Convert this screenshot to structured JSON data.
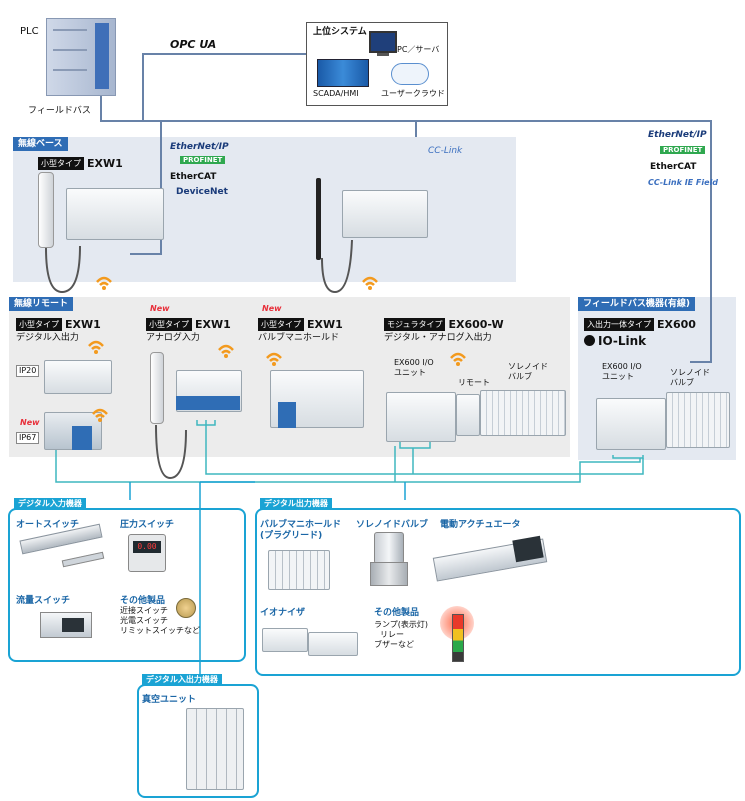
{
  "top": {
    "plc_label": "PLC",
    "fieldbus_label": "フィールドバス",
    "opcua_label": "OPC UA",
    "host_title": "上位システム",
    "pc_label": "PC／サーバ",
    "scada_label": "SCADA/HMI",
    "cloud_label": "ユーザークラウド"
  },
  "wireless_base": {
    "header": "無線ベース",
    "kind": "小型タイプ",
    "model": "EXW1",
    "protocols": [
      "EtherNet/IP",
      "PROFINET",
      "EtherCAT",
      "DeviceNet"
    ],
    "cclink": "CC-Link"
  },
  "wireless_remote": {
    "header": "無線リモート",
    "units": [
      {
        "kind": "小型タイプ",
        "model": "EXW1",
        "desc": "デジタル入出力"
      },
      {
        "kind": "小型タイプ",
        "model": "EXW1",
        "desc": "アナログ入力",
        "new": "New"
      },
      {
        "kind": "小型タイプ",
        "model": "EXW1",
        "desc": "バルブマニホールド",
        "new": "New"
      },
      {
        "kind": "モジュラタイプ",
        "model": "EX600-W",
        "desc": "デジタル・アナログ入出力"
      }
    ],
    "ip20": "IP20",
    "ip67": "IP67",
    "ip67_new": "New",
    "ex600_io": "EX600 I/Oユニット",
    "remote": "リモート",
    "solenoid": "ソレノイド バルブ"
  },
  "fieldbus_wired": {
    "header": "フィールドバス機器(有線)",
    "kind": "入出力一体タイプ",
    "model": "EX600",
    "iolink": "IO-Link",
    "protocols": [
      "EtherNet/IP",
      "PROFINET",
      "EtherCAT",
      "CC-Link IE Field"
    ],
    "io_unit": "EX600 I/Oユニット",
    "solenoid": "ソレノイド バルブ"
  },
  "digital_input": {
    "header": "デジタル入力機器",
    "auto_switch": "オートスイッチ",
    "pressure_switch": "圧力スイッチ",
    "flow_switch": "流量スイッチ",
    "other_title": "その他製品",
    "other_items": [
      "近接スイッチ",
      "光電スイッチ",
      "リミットスイッチなど"
    ],
    "pressure_display": "0.00"
  },
  "digital_output": {
    "header": "デジタル出力機器",
    "valve_manifold": "バルブマニホールド",
    "plug_lead": "(プラグリード)",
    "solenoid_valve": "ソレノイドバルブ",
    "actuator": "電動アクチュエータ",
    "ionizer": "イオナイザ",
    "other_title": "その他製品",
    "other_items": [
      "ランプ(表示灯)",
      "リレー",
      "ブザーなど"
    ]
  },
  "digital_io": {
    "header": "デジタル入出力機器",
    "vacuum": "真空ユニット"
  },
  "colors": {
    "bus_line": "#6882a8",
    "teal_line": "#3fb7bf",
    "cyan_border": "#1aa3d4",
    "header_blue": "#2f6db5",
    "panel_gray": "#ececec",
    "panel_blue": "#e4e9f1"
  }
}
